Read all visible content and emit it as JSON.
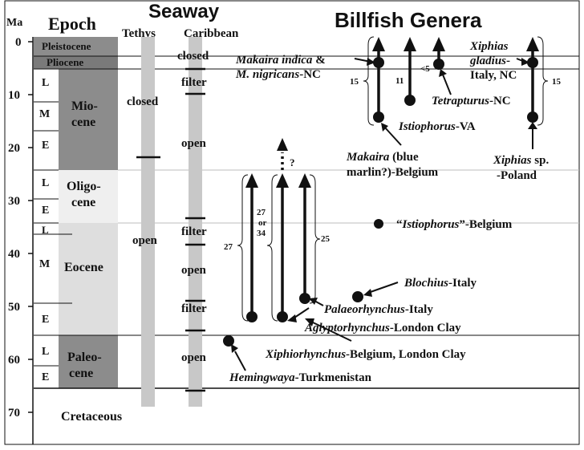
{
  "header": {
    "unit": "Ma",
    "epoch": "Epoch",
    "seaway": "Seaway",
    "tethys": "Tethys",
    "caribbean": "Caribbean",
    "billfish": "Billfish Genera"
  },
  "ticks": [
    "0",
    "10",
    "20",
    "30",
    "40",
    "50",
    "60",
    "70"
  ],
  "epochs": {
    "pleistocene": "Pleistocene",
    "pliocene": "Pliocene",
    "mio1": "Mio-",
    "mio2": "cene",
    "oligo1": "Oligo-",
    "oligo2": "cene",
    "eocene": "Eocene",
    "paleo1": "Paleo-",
    "paleo2": "cene",
    "cretaceous": "Cretaceous"
  },
  "subepochs": {
    "mio_l": "L",
    "mio_m": "M",
    "mio_e": "E",
    "oli_l": "L",
    "oli_e": "E",
    "eoc_l": "L",
    "eoc_m": "M",
    "eoc_e": "E",
    "pal_l": "L",
    "pal_e": "E"
  },
  "tethys_states": {
    "closed": "closed",
    "open": "open"
  },
  "caribbean_states": {
    "closed": "closed",
    "filter1": "filter",
    "open1": "open",
    "filter2": "filter",
    "open2": "open",
    "filter3": "filter",
    "open3": "open"
  },
  "bracket_labels": {
    "b27": "27",
    "b27or34_a": "27",
    "b27or34_b": "or",
    "b27or34_c": "34",
    "b25": "25",
    "b15_left": "15",
    "b11": "11",
    "b5": "<5",
    "b15_right": "15",
    "question": "?"
  },
  "labels": {
    "makaira_indica_1": "Makaira indica",
    "makaira_indica_amp": " &",
    "makaira_nigricans": "M. nigricans",
    "makaira_nigricans_loc": "-NC",
    "xiphias_g1": "Xiphias",
    "xiphias_g2": "gladius",
    "xiphias_g2_dash": "-",
    "xiphias_g3": "Italy, NC",
    "tetrapturus": "Tetrapturus",
    "tetrapturus_loc": "-NC",
    "istiophorus_va": "Istiophorus",
    "istiophorus_va_loc": "-VA",
    "makaira_b1": "Makaira",
    "makaira_b1_rest": " (blue",
    "makaira_b2": "marlin?)-Belgium",
    "xiphias_sp1": "Xiphias",
    "xiphias_sp1_rest": " sp.",
    "xiphias_sp2": "-Poland",
    "istiophorus_bel_q": "“",
    "istiophorus_bel": "Istiophorus",
    "istiophorus_bel_rest": "”-Belgium",
    "blochius": "Blochius",
    "blochius_loc": "-Italy",
    "palaeorhynchus": "Palaeorhynchus",
    "palaeorhynchus_loc": "-Italy",
    "aglyptorhynchus": "Aglyptorhynchus",
    "aglyptorhynchus_loc": "-London Clay",
    "xiphiorhynchus": "Xiphiorhynchus",
    "xiphiorhynchus_loc": "-Belgium, London Clay",
    "hemingwaya": "Hemingwaya",
    "hemingwaya_loc": "-Turkmenistan"
  },
  "colors": {
    "dark_gray": "#8c8c8c",
    "light_gray": "#e6e6e6",
    "bar_gray": "#c8c8c8",
    "ink": "#111111"
  }
}
